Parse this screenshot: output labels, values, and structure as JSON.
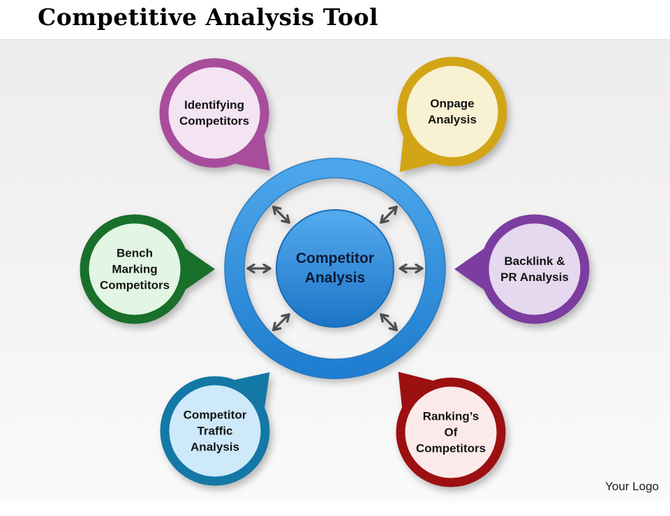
{
  "slide": {
    "title": "Competitive Analysis Tool",
    "footer_logo": "Your Logo"
  },
  "hub": {
    "label_lines": [
      "Competitor",
      "Analysis"
    ],
    "ring_top_color": "#4da6ea",
    "ring_bottom_color": "#1f7ecf",
    "ring_edge_color": "#1a6db6",
    "core_top_color": "#55abee",
    "core_bottom_color": "#1c74c6",
    "text_color": "#0c1a38",
    "arrow_color": "#4d4e50"
  },
  "nodes": [
    {
      "id": "identifying-competitors",
      "ring": "#a84c9c",
      "fill": "#f4e3f2",
      "lines": [
        "Identifying",
        "Competitors"
      ]
    },
    {
      "id": "onpage-analysis",
      "ring": "#d2a517",
      "fill": "#f8f1d2",
      "lines": [
        "Onpage",
        "Analysis"
      ]
    },
    {
      "id": "bench-marking-competitors",
      "ring": "#18702b",
      "fill": "#e2f6e3",
      "lines": [
        "Bench",
        "Marking",
        "Competitors"
      ]
    },
    {
      "id": "backlink-pr-analysis",
      "ring": "#7b3da0",
      "fill": "#e5d8ef",
      "lines": [
        "Backlink &",
        "PR Analysis"
      ]
    },
    {
      "id": "competitor-traffic-analysis",
      "ring": "#1478a6",
      "fill": "#cde9fa",
      "lines": [
        "Competitor",
        "Traffic",
        "Analysis"
      ]
    },
    {
      "id": "rankings-of-competitors",
      "ring": "#9c1011",
      "fill": "#fceaea",
      "lines": [
        "Ranking’s",
        "Of",
        "Competitors"
      ]
    }
  ]
}
